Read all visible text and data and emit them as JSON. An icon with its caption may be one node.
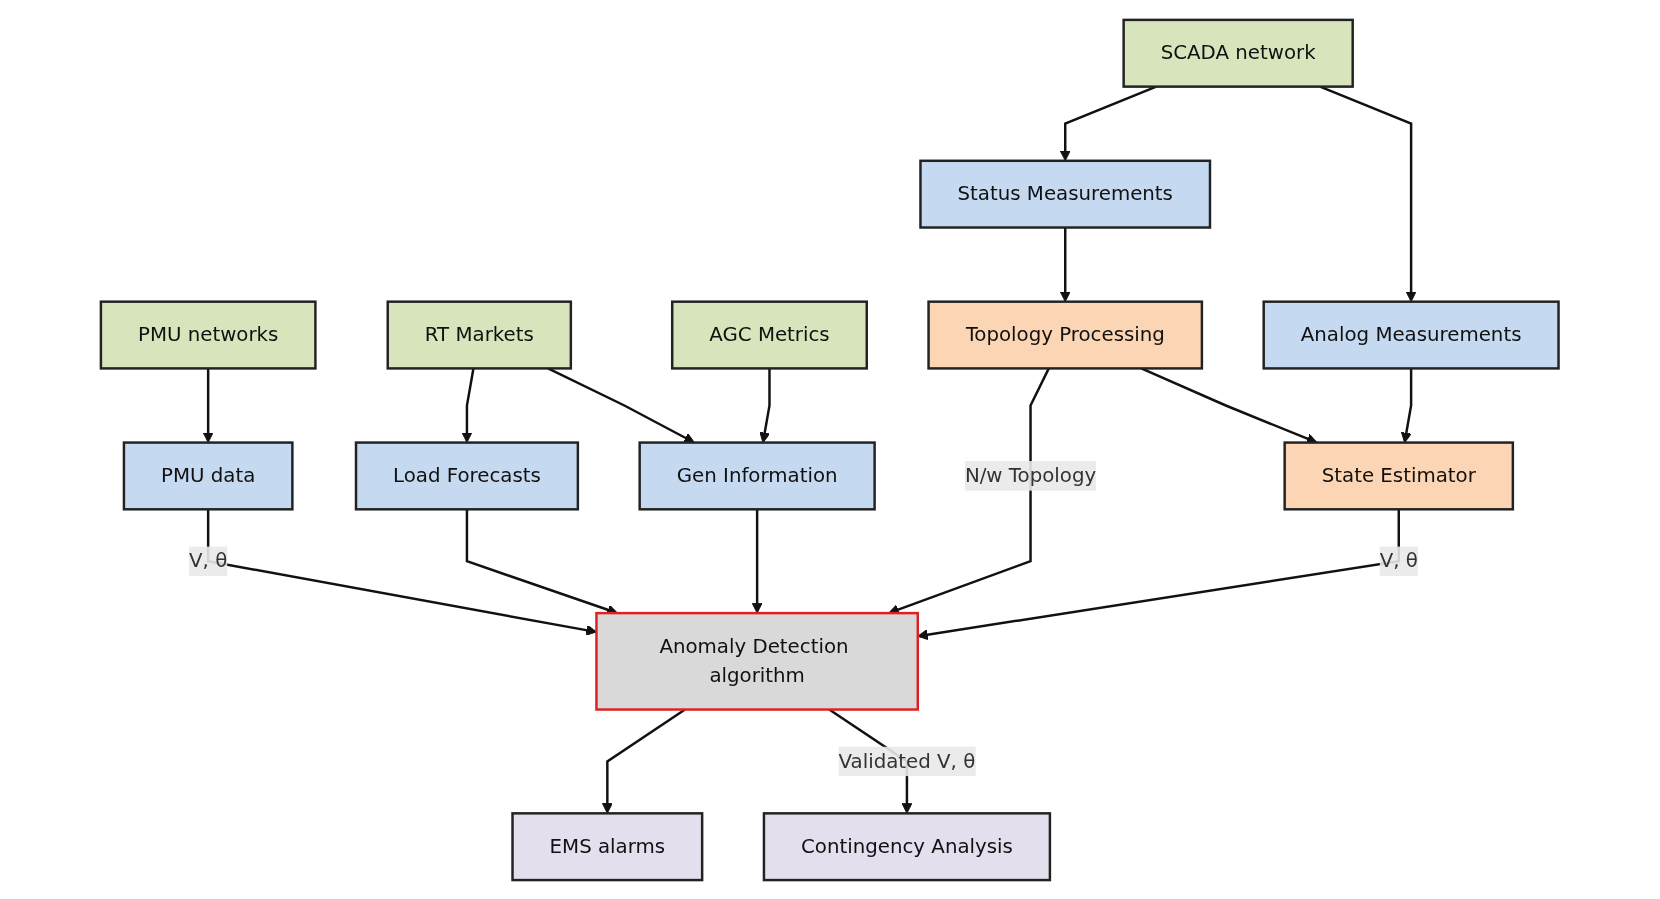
{
  "diagram": {
    "nodes": [
      {
        "text": [
          "PMU networks"
        ]
      },
      {
        "text": [
          "RT Markets"
        ]
      },
      {
        "text": [
          "AGC Metrics"
        ]
      },
      {
        "text": [
          "SCADA network"
        ]
      },
      {
        "text": [
          "PMU data"
        ]
      },
      {
        "text": [
          "Load Forecasts"
        ]
      },
      {
        "text": [
          "Gen Information"
        ]
      },
      {
        "text": [
          "Status Measurements"
        ]
      },
      {
        "text": [
          "Analog Measurements"
        ]
      },
      {
        "text": [
          "Topology Processing"
        ]
      },
      {
        "text": [
          "State Estimator"
        ]
      },
      {
        "text": [
          "Anomaly Detection algorithm"
        ]
      },
      {
        "text": [
          "EMS alarms"
        ]
      },
      {
        "text": [
          "Contingency Analysis"
        ]
      }
    ],
    "edges": [
      {
        "from": 0,
        "to": 4,
        "arrow": "to"
      },
      {
        "from": 1,
        "to": 5,
        "arrow": "to"
      },
      {
        "from": 1,
        "to": 6,
        "arrow": "to"
      },
      {
        "from": 2,
        "to": 6,
        "arrow": "to"
      },
      {
        "from": 3,
        "to": 7,
        "arrow": "to"
      },
      {
        "from": 3,
        "to": 8,
        "arrow": "to"
      },
      {
        "from": 4,
        "to": 11,
        "label": "V, θ",
        "arrow": "to"
      },
      {
        "from": 5,
        "to": 11,
        "arrow": "to"
      },
      {
        "from": 6,
        "to": 11,
        "arrow": "to"
      },
      {
        "from": 7,
        "to": 9,
        "arrow": "to"
      },
      {
        "from": 9,
        "to": 11,
        "label": "N/w Topology",
        "arrow": "to"
      },
      {
        "from": 9,
        "to": 10,
        "arrow": "to"
      },
      {
        "from": 8,
        "to": 10,
        "arrow": "to"
      },
      {
        "from": 10,
        "to": 11,
        "label": "V, θ",
        "arrow": "to"
      },
      {
        "from": 11,
        "to": 12,
        "arrow": "to"
      },
      {
        "from": 11,
        "to": 13,
        "label": "Validated V, θ",
        "arrow": "to"
      }
    ]
  }
}
